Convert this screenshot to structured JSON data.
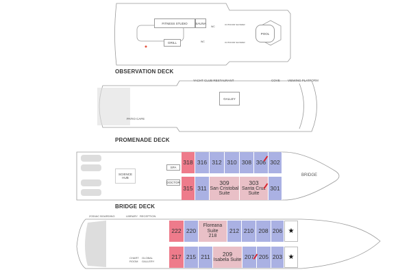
{
  "decks": {
    "observation": {
      "title": "OBSERVATION DECK",
      "rooms": {
        "fitness": "FITNESS STUDIO",
        "sauna": "SAUNA",
        "grill": "GRILL",
        "pool": "POOL",
        "wc1": "WC",
        "wc2": "WC",
        "shower1": "OUTDOOR SHOWER",
        "shower2": "OUTDOOR SHOWER"
      }
    },
    "promenade": {
      "title": "PROMENADE DECK",
      "labels": {
        "yacht_club": "YACHT CLUB RESTAURANT",
        "cove": "COVE",
        "viewing": "VIEWING PLATFORM",
        "patio": "PATIO CAFE",
        "galley": "GALLEY"
      }
    },
    "bridge": {
      "title": "BRIDGE DECK",
      "labels": {
        "science_hub": "SCIENCE HUB",
        "spa": "SPA",
        "doctor": "DOCTOR",
        "bridge": "BRIDGE"
      },
      "top_row": [
        {
          "num": "318",
          "cat": "red"
        },
        {
          "num": "316",
          "cat": "blue"
        },
        {
          "num": "312",
          "cat": "blue"
        },
        {
          "num": "310",
          "cat": "blue"
        },
        {
          "num": "308",
          "cat": "blue"
        },
        {
          "num": "306",
          "cat": "blue"
        },
        {
          "num": "302",
          "cat": "blue"
        }
      ],
      "bottom_row": [
        {
          "num": "315",
          "cat": "red"
        },
        {
          "num": "311",
          "cat": "blue"
        },
        {
          "num": "309",
          "name": "San Cristobal Suite",
          "cat": "pink"
        },
        {
          "num": "303",
          "name": "Santa Cruz Suite",
          "cat": "pink"
        },
        {
          "num": "301",
          "cat": "blue"
        }
      ]
    },
    "main": {
      "labels": {
        "zodiac": "ZODIAC BOARDING",
        "library": "LIBRARY",
        "reception": "RECEPTION",
        "chart_room": "CHART ROOM",
        "global_gallery": "GLOBAL GALLERY"
      },
      "top_row": [
        {
          "num": "222",
          "cat": "red"
        },
        {
          "num": "220",
          "cat": "blue"
        },
        {
          "num": "218",
          "name": "Floreana Suite",
          "cat": "pink"
        },
        {
          "num": "212",
          "cat": "blue"
        },
        {
          "num": "210",
          "cat": "blue"
        },
        {
          "num": "208",
          "cat": "blue"
        },
        {
          "num": "206",
          "cat": "blue"
        }
      ],
      "bottom_row": [
        {
          "num": "217",
          "cat": "red"
        },
        {
          "num": "215",
          "cat": "blue"
        },
        {
          "num": "211",
          "cat": "blue"
        },
        {
          "num": "209",
          "name": "Isabela Suite",
          "cat": "pink"
        },
        {
          "num": "207",
          "cat": "blue"
        },
        {
          "num": "205",
          "cat": "blue"
        },
        {
          "num": "203",
          "cat": "blue"
        }
      ],
      "star": "★"
    }
  },
  "colors": {
    "standard": "#aab1e3",
    "suite": "#e9c0c7",
    "accessible": "#ee7b8b",
    "connecting": "#d9242f"
  }
}
